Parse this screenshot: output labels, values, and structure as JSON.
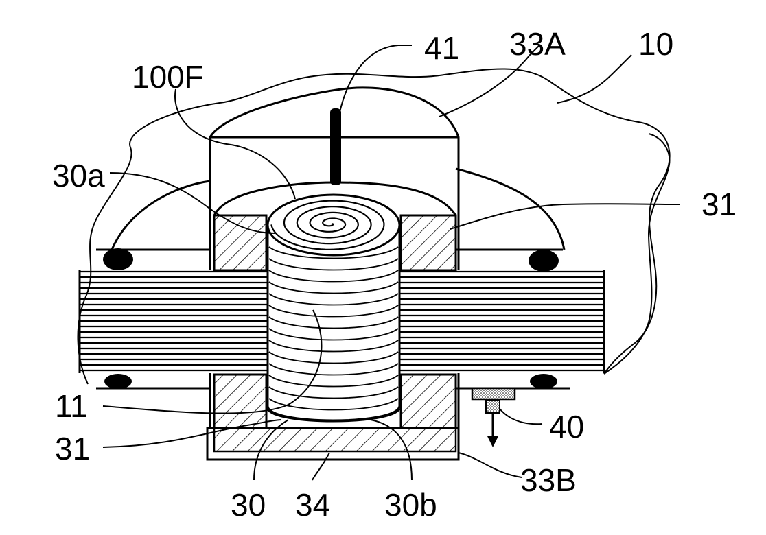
{
  "figure": {
    "labels": {
      "l41": "41",
      "l33a": "33A",
      "l10": "10",
      "l100f": "100F",
      "l30a": "30a",
      "l31_right": "31",
      "l11": "11",
      "l31_left": "31",
      "l40": "40",
      "l33b": "33B",
      "l30": "30",
      "l34": "34",
      "l30b": "30b"
    }
  }
}
